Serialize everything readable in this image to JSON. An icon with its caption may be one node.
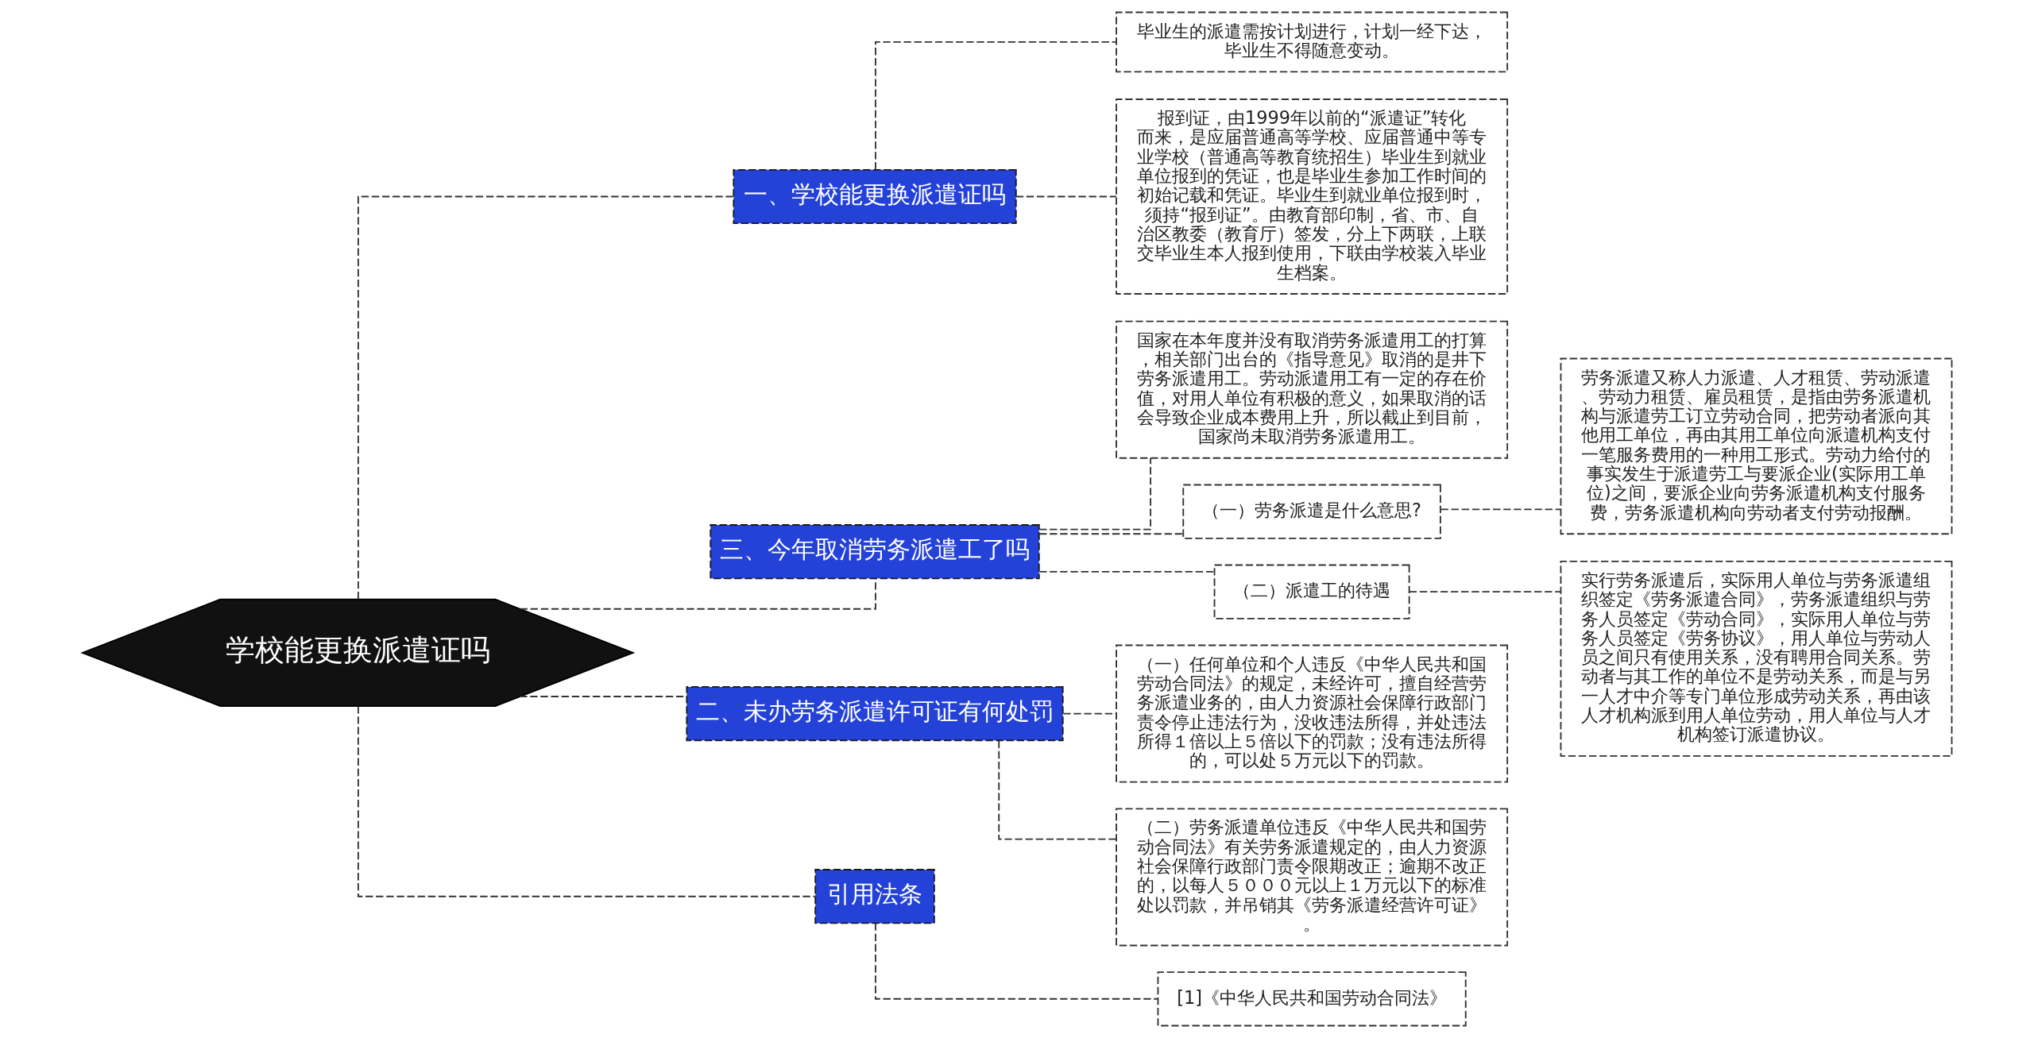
{
  "diagram": {
    "nodes": [
      {
        "text": [
          "学校能更换派遣证吗"
        ]
      },
      {
        "text": [
          "一、学校能更换派遣证吗"
        ]
      },
      {
        "text": [
          "毕业生的派遣需按计划进行，计划一经下达，毕业生不得随意变动。"
        ]
      },
      {
        "text": [
          "报到证，由1999年以前的“派遣证”转化而来，是应届普通高等学校、应届普通中等专业学校（普通高等教育统招生）毕业生到就业单位报到的凭证，也是毕业生参加工作时间的初始记载和凭证。毕业生到就业单位报到时，须持“报到证”。由教育部印制，省、市、自治区教委（教育厅）签发，分上下两联，上联交毕业生本人报到使用，下联由学校装入毕业生档案。"
        ]
      },
      {
        "text": [
          "三、今年取消劳务派遣工了吗"
        ]
      },
      {
        "text": [
          "国家在本年度并没有取消劳务派遣用工的打算，相关部门出台的《指导意见》取消的是井下劳务派遣用工。劳动派遣用工有一定的存在价值，对用人单位有积极的意义，如果取消的话会导致企业成本费用上升，所以截止到目前，国家尚未取消劳务派遣用工。"
        ]
      },
      {
        "text": [
          "（一）劳务派遣是什么意思?"
        ]
      },
      {
        "text": [
          "劳务派遣又称人力派遣、人才租赁、劳动派遣、劳动力租赁、雇员租赁，是指由劳务派遣机构与派遣劳工订立劳动合同，把劳动者派向其他用工单位，再由其用工单位向派遣机构支付一笔服务费用的一种用工形式。劳动力给付的事实发生于派遣劳工与要派企业(实际用工单位)之间，要派企业向劳务派遣机构支付服务费，劳务派遣机构向劳动者支付劳动报酬。"
        ]
      },
      {
        "text": [
          "（二）派遣工的待遇"
        ]
      },
      {
        "text": [
          "实行劳务派遣后，实际用人单位与劳务派遣组织签定《劳务派遣合同》，劳务派遣组织与劳务人员签定《劳动合同》，实际用人单位与劳务人员签定《劳务协议》，用人单位与劳动人员之间只有使用关系，没有聘用合同关系。劳动者与其工作的单位不是劳动关系，而是与另一人才中介等专门单位形成劳动关系，再由该人才机构派到用人单位劳动，用人单位与人才机构签订派遣协议。"
        ]
      },
      {
        "text": [
          "二、未办劳务派遣许可证有何处罚"
        ]
      },
      {
        "text": [
          "（一）任何单位和个人违反《中华人民共和国劳动合同法》的规定，未经许可，擅自经营劳务派遣业务的，由人力资源社会保障行政部门责令停止违法行为，没收违法所得，并处违法所得１倍以上５倍以下的罚款；没有违法所得的，可以处５万元以下的罚款。"
        ]
      },
      {
        "text": [
          "（二）劳务派遣单位违反《中华人民共和国劳动合同法》有关劳务派遣规定的，由人力资源社会保障行政部门责令限期改正；逾期不改正的，以每人５０００元以上１万元以下的标准处以罚款，并吊销其《劳务派遣经营许可证》。"
        ]
      },
      {
        "text": [
          "引用法条"
        ]
      },
      {
        "text": [
          "[1]《中华人民共和国劳动合同法》"
        ]
      }
    ],
    "edges": [
      {
        "from": 0,
        "to": 1,
        "arrow": "none"
      },
      {
        "from": 1,
        "to": 2,
        "arrow": "none"
      },
      {
        "from": 1,
        "to": 3,
        "arrow": "none"
      },
      {
        "from": 0,
        "to": 4,
        "arrow": "none"
      },
      {
        "from": 4,
        "to": 5,
        "arrow": "none"
      },
      {
        "from": 4,
        "to": 6,
        "arrow": "none"
      },
      {
        "from": 6,
        "to": 7,
        "arrow": "none"
      },
      {
        "from": 4,
        "to": 8,
        "arrow": "none"
      },
      {
        "from": 8,
        "to": 9,
        "arrow": "none"
      },
      {
        "from": 0,
        "to": 10,
        "arrow": "none"
      },
      {
        "from": 10,
        "to": 11,
        "arrow": "none"
      },
      {
        "from": 10,
        "to": 12,
        "arrow": "none"
      },
      {
        "from": 0,
        "to": 13,
        "arrow": "none"
      },
      {
        "from": 13,
        "to": 14,
        "arrow": "none"
      }
    ]
  }
}
